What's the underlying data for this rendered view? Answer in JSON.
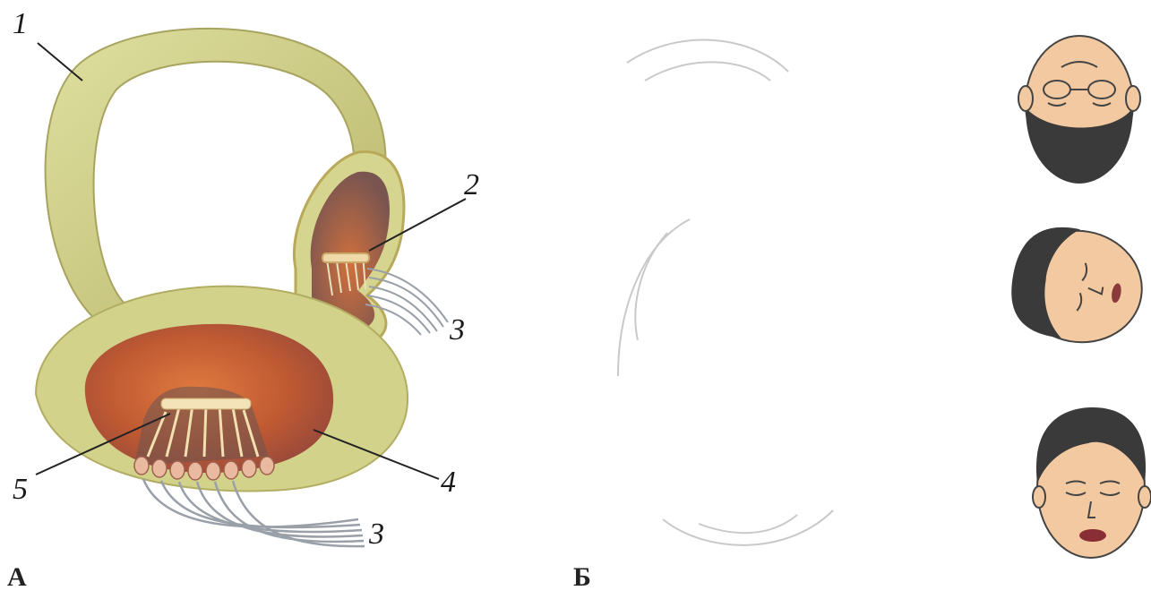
{
  "figure": {
    "panels": [
      {
        "id": "A",
        "label": "А"
      },
      {
        "id": "B",
        "label": "Б"
      }
    ],
    "callouts": [
      {
        "id": "c1",
        "text": "1"
      },
      {
        "id": "c2",
        "text": "2"
      },
      {
        "id": "c3a",
        "text": "3"
      },
      {
        "id": "c3b",
        "text": "3"
      },
      {
        "id": "c4",
        "text": "4"
      },
      {
        "id": "c5",
        "text": "5"
      }
    ],
    "faces": [
      {
        "id": "upside-down-bearded-man",
        "orientation": "inverted"
      },
      {
        "id": "tilted-boy",
        "orientation": "sideways"
      },
      {
        "id": "upright-woman",
        "orientation": "upright"
      }
    ],
    "colors": {
      "canal": "#c9c97e",
      "canal_light": "#dedea0",
      "saccule_inner": "#c8653a",
      "receptor_dark": "#6e5a55",
      "nerve": "#9aa0a8",
      "skin": "#f2c9a0",
      "hair_dark": "#3a3a3a"
    }
  }
}
